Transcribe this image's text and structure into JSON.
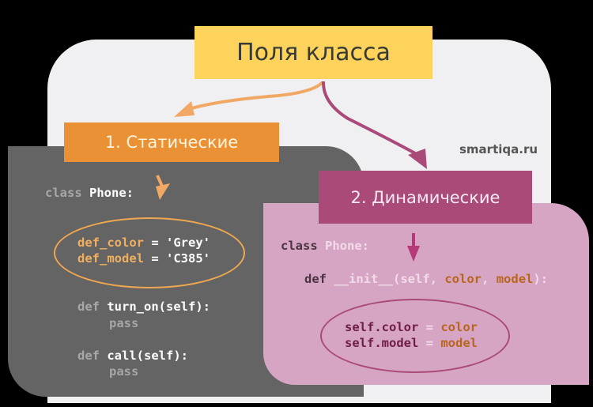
{
  "title": "Поля класса",
  "watermark": "smartiqa.ru",
  "static": {
    "header": "1. Статические",
    "code": {
      "class_kw": "class",
      "class_name": "Phone:",
      "attr1_name": "def_color",
      "attr1_eq": " = ",
      "attr1_val": "'Grey'",
      "attr2_name": "def_model",
      "attr2_eq": " = ",
      "attr2_val": "'C385'",
      "m1_kw": "def",
      "m1_sig": "turn_on(self):",
      "m1_body": "pass",
      "m2_kw": "def",
      "m2_sig": "call(self):",
      "m2_body": "pass"
    }
  },
  "dynamic": {
    "header": "2. Динамические",
    "code": {
      "class_kw": "class",
      "class_name": "Phone:",
      "init_kw": "def",
      "init_name": "__init__(self,",
      "init_p1": "color",
      "init_comma": ",",
      "init_p2": "model",
      "init_end": "):",
      "a1_lhs": "self.color",
      "a1_eq": " = ",
      "a1_rhs": "color",
      "a2_lhs": "self.model",
      "a2_eq": " = ",
      "a2_rhs": "model"
    }
  },
  "colors": {
    "title_bg": "#fdd35c",
    "static_accent": "#ea9035",
    "dynamic_accent": "#a94a78",
    "static_panel": "#646464",
    "dynamic_panel": "#d7a5c4",
    "frame": "#f0f0f2"
  }
}
